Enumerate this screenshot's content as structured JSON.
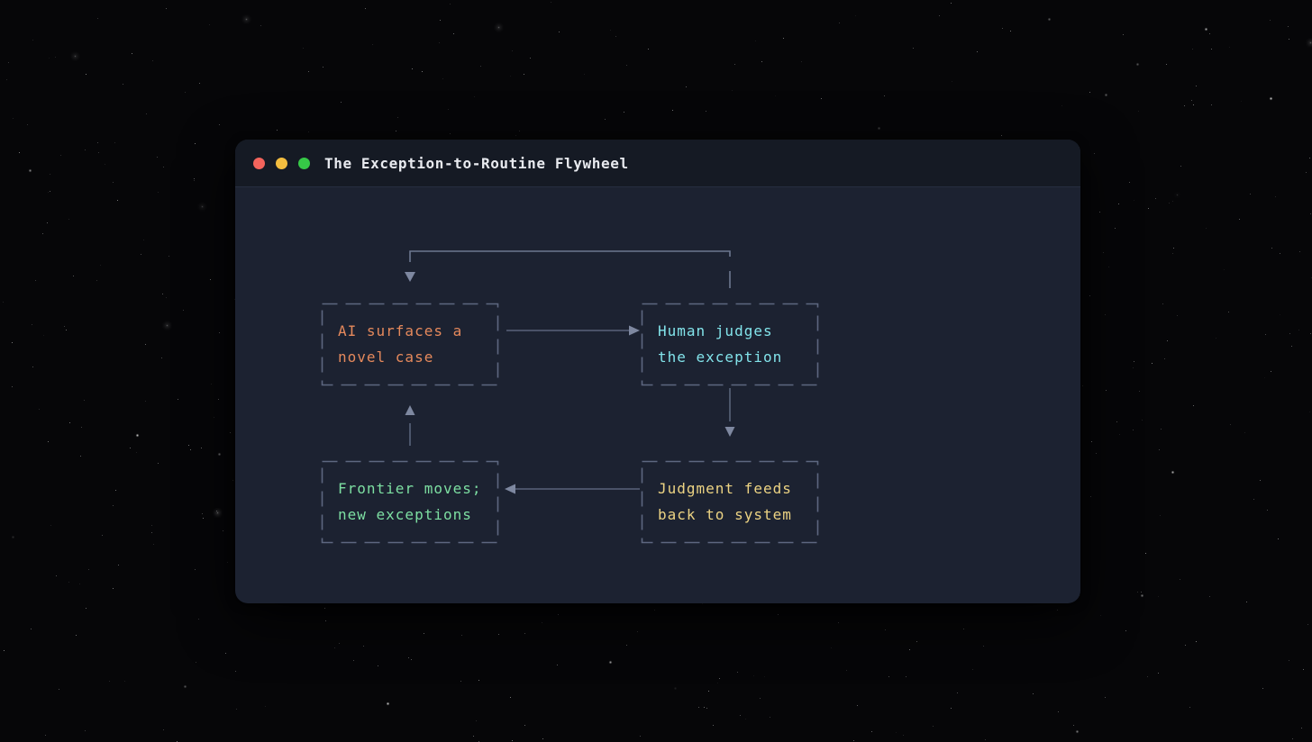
{
  "window": {
    "title": "The Exception-to-Routine Flywheel",
    "controls": [
      {
        "name": "close",
        "color": "#f4645c"
      },
      {
        "name": "minimize",
        "color": "#f3bd3f"
      },
      {
        "name": "zoom",
        "color": "#36c947"
      }
    ],
    "colors": {
      "titlebar_bg": "#151a24",
      "body_bg": "#1c2231"
    }
  },
  "diagram": {
    "nodes": [
      {
        "id": "ai-surfaces-novel-case",
        "position": "top-left",
        "line1": "AI surfaces a",
        "line2": "novel case",
        "color": "#e5895c"
      },
      {
        "id": "human-judges-exception",
        "position": "top-right",
        "line1": "Human judges",
        "line2": "the exception",
        "color": "#82e3ea"
      },
      {
        "id": "frontier-moves",
        "position": "bottom-left",
        "line1": "Frontier moves;",
        "line2": "new exceptions",
        "color": "#7ddfa2"
      },
      {
        "id": "judgment-feeds-back",
        "position": "bottom-right",
        "line1": "Judgment feeds",
        "line2": "back to system",
        "color": "#ecd383"
      }
    ],
    "edges": [
      {
        "from": "ai-surfaces-novel-case",
        "to": "human-judges-exception",
        "route": "direct-right"
      },
      {
        "from": "human-judges-exception",
        "to": "judgment-feeds-back",
        "route": "direct-down"
      },
      {
        "from": "judgment-feeds-back",
        "to": "frontier-moves",
        "route": "direct-left"
      },
      {
        "from": "frontier-moves",
        "to": "ai-surfaces-novel-case",
        "route": "direct-up"
      },
      {
        "from": "human-judges-exception",
        "to": "ai-surfaces-novel-case",
        "route": "top-loop"
      }
    ],
    "colors": {
      "connector": "#59637a",
      "connector_bright": "#6d7890",
      "arrowhead": "#7e88a0",
      "node_border": "#5d6780"
    }
  }
}
